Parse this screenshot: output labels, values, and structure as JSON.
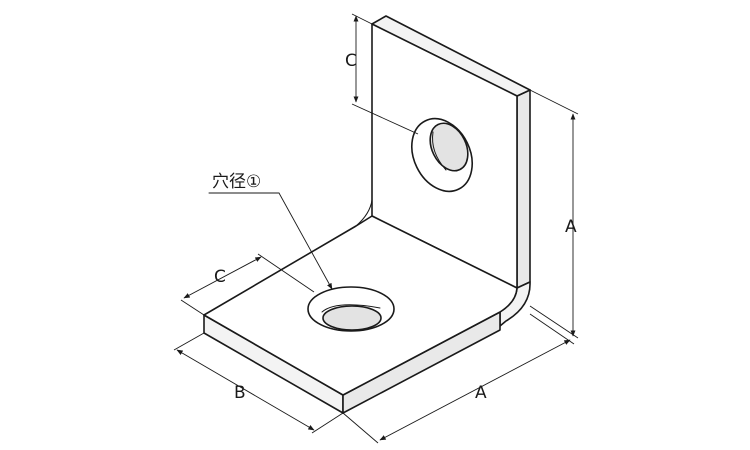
{
  "labels": {
    "hole_diameter": "穴径①",
    "dim_A_height": "A",
    "dim_A_depth": "A",
    "dim_B": "B",
    "dim_C_vertical": "C",
    "dim_C_horizontal": "C"
  }
}
